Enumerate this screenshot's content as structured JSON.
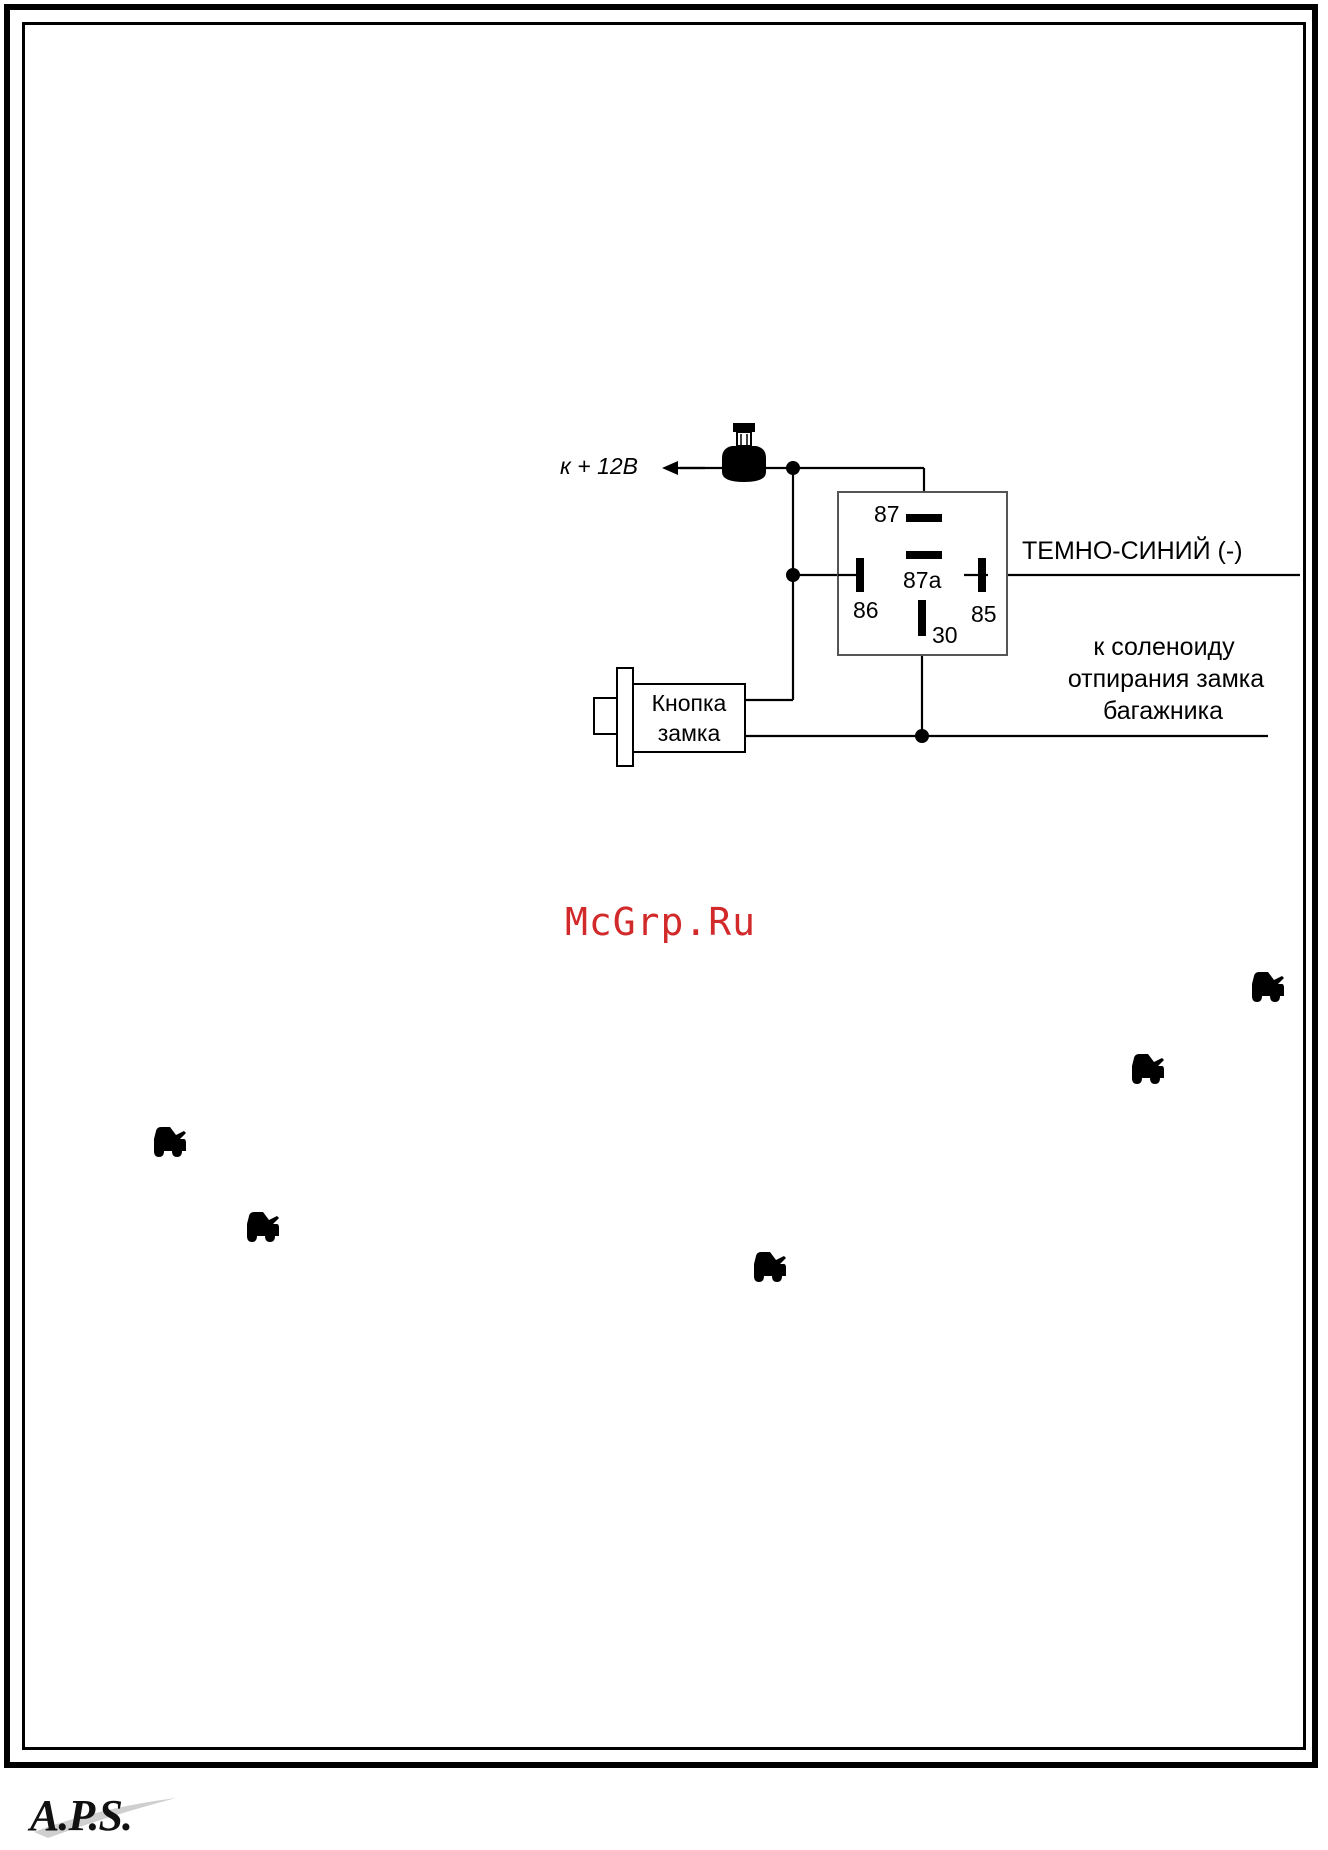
{
  "diagram": {
    "supply_label": "к + 12В",
    "relay_pins": {
      "p87": "87",
      "p87a": "87a",
      "p86": "86",
      "p85": "85",
      "p30": "30"
    },
    "wire_label": "ТЕМНО-СИНИЙ (-)",
    "solenoid_label": [
      "к  соленоиду",
      "отпирания замка",
      "багажника"
    ],
    "button_label": [
      "Кнопка",
      "замка"
    ]
  },
  "watermark": "McGrp.Ru",
  "icons": [
    "trunk-car-icon"
  ],
  "footer": {
    "logo": "A.P.S."
  },
  "colors": {
    "line": "#000000",
    "watermark": "#d22a2a",
    "relay_box": "#555555"
  }
}
